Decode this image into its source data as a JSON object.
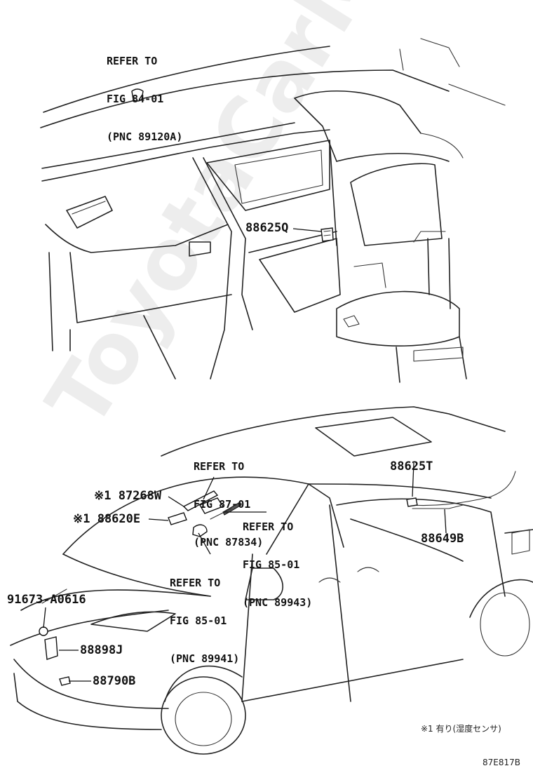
{
  "figure_code": "87E817B",
  "footnote": "※1 有り(湿度センサ)",
  "watermark": "ToyotaCarMine.ru",
  "references": [
    {
      "lines": [
        "REFER TO",
        "FIG 84-01",
        "(PNC 89120A)"
      ]
    },
    {
      "lines": [
        "REFER TO",
        "FIG 87-01",
        "(PNC 87834)"
      ]
    },
    {
      "lines": [
        "REFER TO",
        "FIG 85-01",
        "(PNC 89943)"
      ]
    },
    {
      "lines": [
        "REFER TO",
        "FIG 85-01",
        "(PNC 89941)"
      ]
    }
  ],
  "parts": [
    {
      "number": "88625Q"
    },
    {
      "number": "※1 87268W"
    },
    {
      "number": "※1 88620E"
    },
    {
      "number": "88625T"
    },
    {
      "number": "88649B"
    },
    {
      "number": "91673-A0616"
    },
    {
      "number": "88898J"
    },
    {
      "number": "88790B"
    }
  ]
}
